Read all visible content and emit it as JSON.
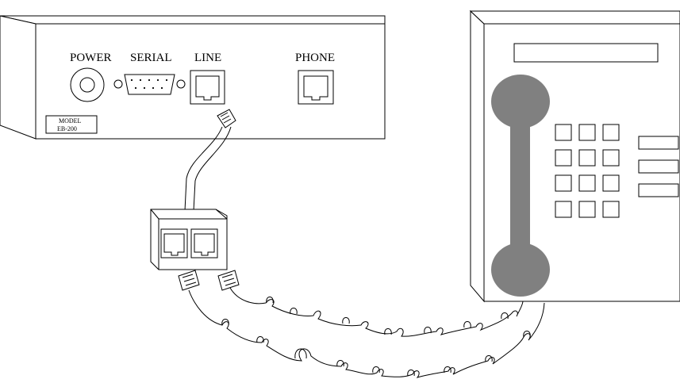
{
  "device": {
    "labels": {
      "power": "POWER",
      "serial": "SERIAL",
      "line": "LINE",
      "phone": "PHONE"
    },
    "model_line1": "MODEL",
    "model_line2": "EB-200"
  },
  "colors": {
    "handset": "#808080",
    "stroke": "#000000",
    "background": "#ffffff"
  }
}
